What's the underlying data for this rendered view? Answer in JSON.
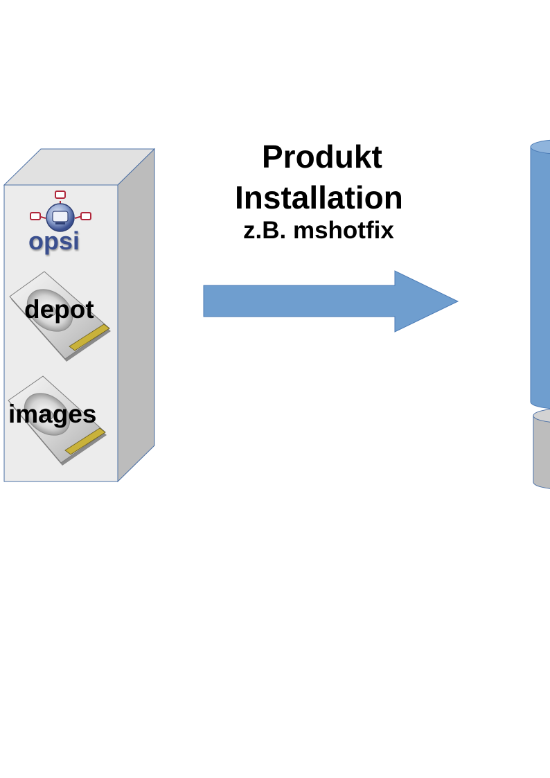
{
  "title": {
    "line1": "Produkt",
    "line2": "Installation",
    "line3": "z.B. mshotfix"
  },
  "server": {
    "logo_text": "opsi",
    "disk1_label": "depot",
    "disk2_label": "images"
  },
  "colors": {
    "arrow_fill": "#6f9ecf",
    "arrow_stroke": "#4a7ab5",
    "server_front": "#ececec",
    "server_side": "#bcbcbc",
    "server_top": "#e1e1e1",
    "cylinder_blue": "#6f9ecf",
    "cylinder_gray": "#bdbdbd",
    "logo_blue": "#3a4f8f",
    "logo_red": "#b0263a"
  },
  "icons": [
    "opsi-logo-icon",
    "hard-disk-icon"
  ]
}
